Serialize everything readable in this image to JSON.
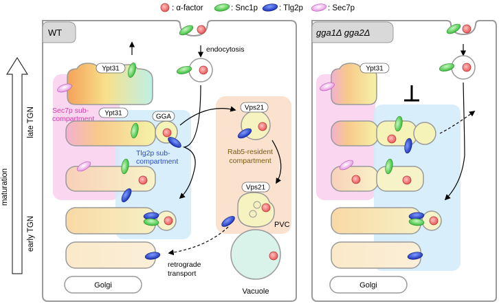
{
  "legend": {
    "alpha_factor": ": α-factor",
    "snc1p": ": Snc1p",
    "tlg2p": ": Tlg2p",
    "sec7p": ": Sec7p"
  },
  "axis": {
    "maturation": "maturation",
    "late_tgn": "late TGN",
    "early_tgn": "early TGN"
  },
  "wt_panel": {
    "title": "WT",
    "endocytosis": "endocytosis",
    "ypt31_top": "Ypt31",
    "ypt31_mid": "Ypt31",
    "gga": "GGA",
    "sec7_subcompartment_line1": "Sec7p sub-",
    "sec7_subcompartment_line2": "compartment",
    "tlg2_subcompartment_line1": "Tlg2p sub-",
    "tlg2_subcompartment_line2": "compartment",
    "vps21_top": "Vps21",
    "rab5_line1": "Rab5-resident",
    "rab5_line2": "compartment",
    "vps21_bottom": "Vps21",
    "pvc": "PVC",
    "retrograde_line1": "retrograde",
    "retrograde_line2": "transport",
    "vacuole": "Vacuole",
    "golgi": "Golgi"
  },
  "mutant_panel": {
    "title": "gga1Δ gga2Δ",
    "ypt31": "Ypt31",
    "golgi": "Golgi"
  },
  "colors": {
    "alpha_factor": "#e85a5a",
    "snc1p": "#4ccc4c",
    "tlg2p": "#1e3ecf",
    "sec7p": "#f2a6f0",
    "sec7_region": "#f9d2ee",
    "tlg2_region": "#d4ecfa",
    "rab5_region": "#fbe2cf"
  }
}
